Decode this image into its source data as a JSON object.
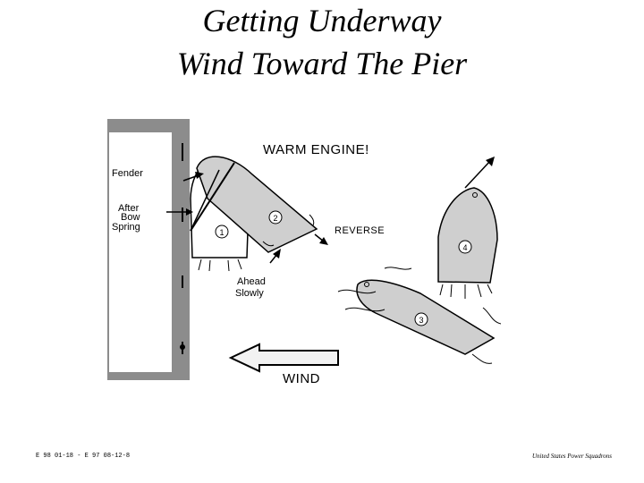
{
  "slide": {
    "title_line1": "Getting  Underway",
    "title_line2": "Wind Toward  The Pier"
  },
  "diagram": {
    "labels": {
      "warm_engine": "WARM ENGINE!",
      "fender": "Fender",
      "after_bow_spring_1": "After",
      "after_bow_spring_2": "Bow",
      "after_bow_spring_3": "Spring",
      "reverse": "REVERSE",
      "ahead_1": "Ahead",
      "ahead_2": "Slowly",
      "wind": "WIND"
    },
    "boats": [
      "1",
      "2",
      "3",
      "4"
    ]
  },
  "footer": {
    "left": "E 98 01-18  -  E 97 08-12-8",
    "right": "United States Power Squadrons"
  },
  "colors": {
    "pier": "#8c8c8c",
    "boat_fill": "#cfcfcf",
    "arrow_fill": "#f2f2f2"
  }
}
